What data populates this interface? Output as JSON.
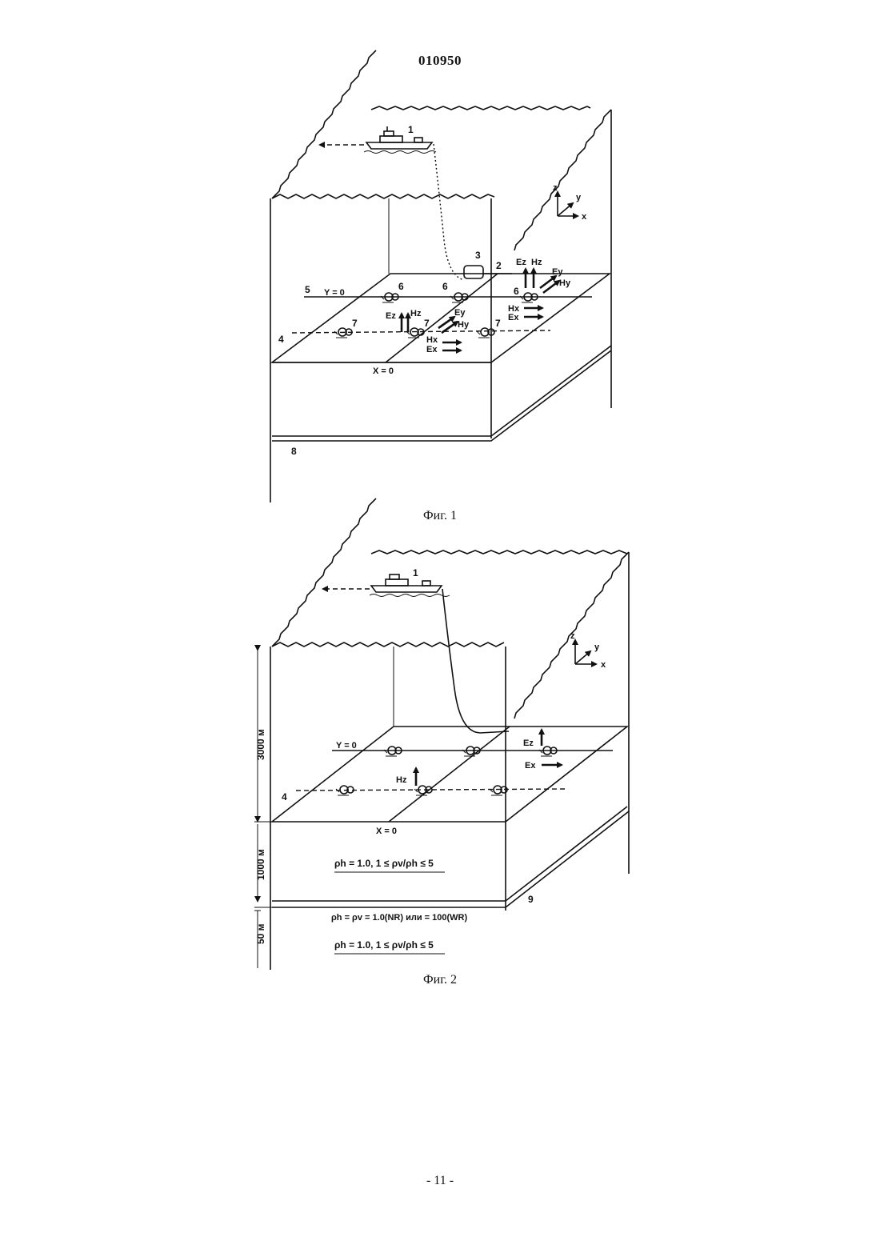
{
  "header": {
    "doc_number": "010950"
  },
  "figure1": {
    "caption": "Фиг. 1",
    "axes": {
      "z": "z",
      "y": "y",
      "x": "x"
    },
    "callouts": {
      "ship": "1",
      "dipole": "2",
      "source": "3",
      "line_dashed": "4",
      "line_solid": "5",
      "rec_a": "6",
      "rec_b": "6",
      "rec_c": "6",
      "rec_d": "7",
      "rec_e": "7",
      "rec_f": "7",
      "layer": "8"
    },
    "line_labels": {
      "y0": "Y = 0",
      "x0": "X = 0"
    },
    "field_labels": {
      "ez_a": "Ez",
      "hz_a": "Hz",
      "ey_a": "Ey",
      "hy_a": "Hy",
      "hx_a": "Hx",
      "ex_a": "Ex",
      "ez_b": "Ez",
      "hz_b": "Hz",
      "ey_b": "Ey",
      "hy_b": "Hy",
      "hx_b": "Hx",
      "ex_b": "Ex"
    }
  },
  "figure2": {
    "caption": "Фиг. 2",
    "axes": {
      "z": "z",
      "y": "y",
      "x": "x"
    },
    "callouts": {
      "ship": "1",
      "line_dashed": "4",
      "layer": "9"
    },
    "line_labels": {
      "y0": "Y = 0",
      "x0": "X = 0"
    },
    "field_labels": {
      "ez": "Ez",
      "ex": "Ex",
      "hz": "Hz"
    },
    "dimensions": {
      "d1": "3000 м",
      "d2": "1000 м",
      "d3": "50 м"
    },
    "formulas": {
      "overburden": "ρh = 1.0, 1 ≤ ρv/ρh ≤ 5",
      "reservoir": "ρh = ρv = 1.0(NR)  или = 100(WR)",
      "underburden": "ρh = 1.0, 1 ≤ ρv/ρh ≤ 5"
    }
  },
  "footer": {
    "page_number": "- 11 -"
  }
}
